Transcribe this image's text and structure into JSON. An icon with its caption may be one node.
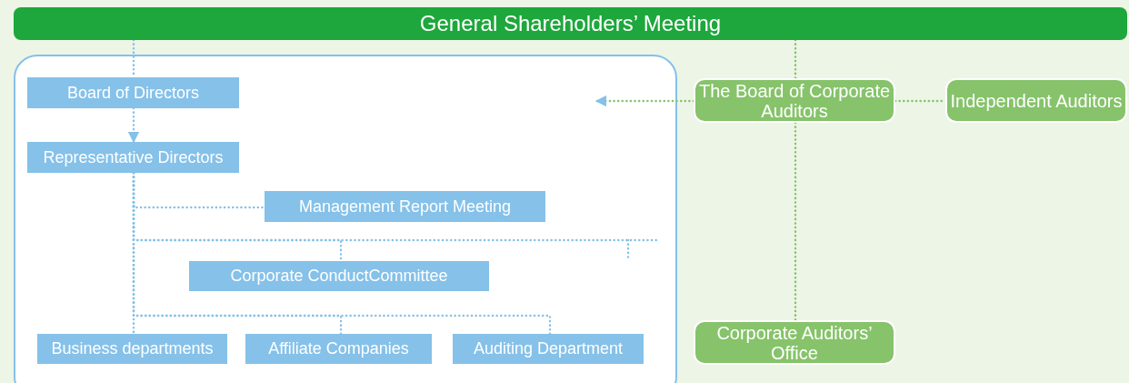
{
  "diagram": {
    "nodes": [
      {
        "text": [
          "General Shareholders’ Meeting"
        ]
      },
      {
        "text": [],
        "shape": "box"
      },
      {
        "text": [
          "Board of Directors"
        ],
        "in": 1
      },
      {
        "text": [
          "Representative Directors"
        ],
        "in": 1
      },
      {
        "text": [
          "Management Report Meeting"
        ],
        "in": 1
      },
      {
        "text": [
          "Corporate ConductCommittee"
        ],
        "in": 1
      },
      {
        "text": [
          "Business departments"
        ],
        "in": 1
      },
      {
        "text": [
          "Affiliate Companies"
        ],
        "in": 1
      },
      {
        "text": [
          "Auditing Department"
        ],
        "in": 1
      },
      {
        "text": [
          "The Board of Corporate Auditors"
        ]
      },
      {
        "text": [
          "Independent Auditors"
        ]
      },
      {
        "text": [
          "Corporate Auditors’ Office"
        ]
      }
    ],
    "edges": [
      {
        "from": 0,
        "to": 2,
        "arrow": "none",
        "style": "dashed",
        "color": "#85c1e9"
      },
      {
        "from": 2,
        "to": 3,
        "arrow": "to",
        "style": "dashed",
        "color": "#85c1e9"
      },
      {
        "from": 3,
        "to": 4,
        "arrow": "none",
        "style": "dashed",
        "color": "#85c1e9"
      },
      {
        "from": 3,
        "to": 5,
        "arrow": "none",
        "style": "dashed",
        "color": "#85c1e9"
      },
      {
        "from": 3,
        "to": null,
        "arrow": "none",
        "style": "dashed",
        "color": "#85c1e9"
      },
      {
        "from": 3,
        "to": 6,
        "arrow": "none",
        "style": "dashed",
        "color": "#85c1e9"
      },
      {
        "from": 3,
        "to": 7,
        "arrow": "none",
        "style": "dashed",
        "color": "#85c1e9"
      },
      {
        "from": 3,
        "to": 8,
        "arrow": "none",
        "style": "dashed",
        "color": "#85c1e9"
      },
      {
        "from": 0,
        "to": 9,
        "arrow": "none",
        "style": "dashed",
        "color": "#86c36a"
      },
      {
        "from": 9,
        "to": 1,
        "arrow": "to",
        "style": "dashed",
        "color": "#86c36a"
      },
      {
        "from": 9,
        "to": 10,
        "arrow": "none",
        "style": "dashed",
        "color": "#86c36a"
      },
      {
        "from": 9,
        "to": 11,
        "arrow": "none",
        "style": "dashed",
        "color": "#86c36a"
      }
    ]
  }
}
